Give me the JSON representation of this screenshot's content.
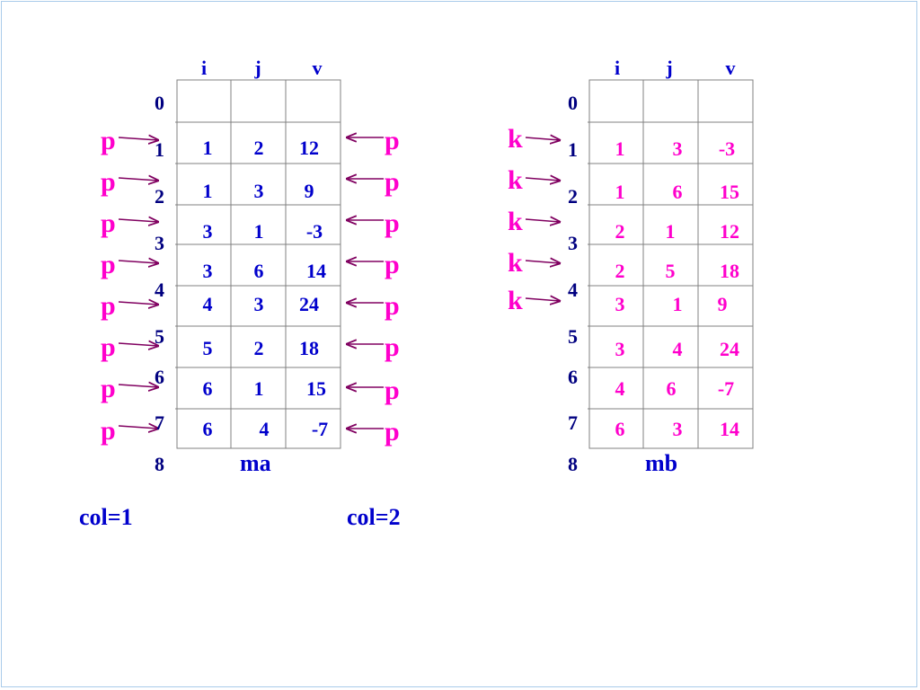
{
  "headers": [
    "i",
    "j",
    "v"
  ],
  "row_indices": [
    "0",
    "1",
    "2",
    "3",
    "4",
    "5",
    "6",
    "7",
    "8"
  ],
  "ma": {
    "name": "ma",
    "rows": [
      [
        "1",
        "2",
        "12"
      ],
      [
        "1",
        "3",
        "9"
      ],
      [
        "3",
        "1",
        "-3"
      ],
      [
        "3",
        "6",
        "14"
      ],
      [
        "4",
        "3",
        "24"
      ],
      [
        "5",
        "2",
        "18"
      ],
      [
        "6",
        "1",
        "15"
      ],
      [
        "6",
        "4",
        "-7"
      ]
    ]
  },
  "mb": {
    "name": "mb",
    "rows": [
      [
        "1",
        "3",
        "-3"
      ],
      [
        "1",
        "6",
        "15"
      ],
      [
        "2",
        "1",
        "12"
      ],
      [
        "2",
        "5",
        "18"
      ],
      [
        "3",
        "1",
        "9"
      ],
      [
        "3",
        "4",
        "24"
      ],
      [
        "4",
        "6",
        "-7"
      ],
      [
        "6",
        "3",
        "14"
      ]
    ]
  },
  "pointers": {
    "p_label": "p",
    "k_label": "k",
    "p_count": 8,
    "k_count": 5
  },
  "col_left": "col=1",
  "col_right": "col=2",
  "colors": {
    "pointer": "#ff00cc",
    "arrow": "#800060",
    "ma_values": "#0000cc",
    "mb_values": "#ff00cc",
    "grid": "#808080",
    "border": "#a9cbea"
  }
}
